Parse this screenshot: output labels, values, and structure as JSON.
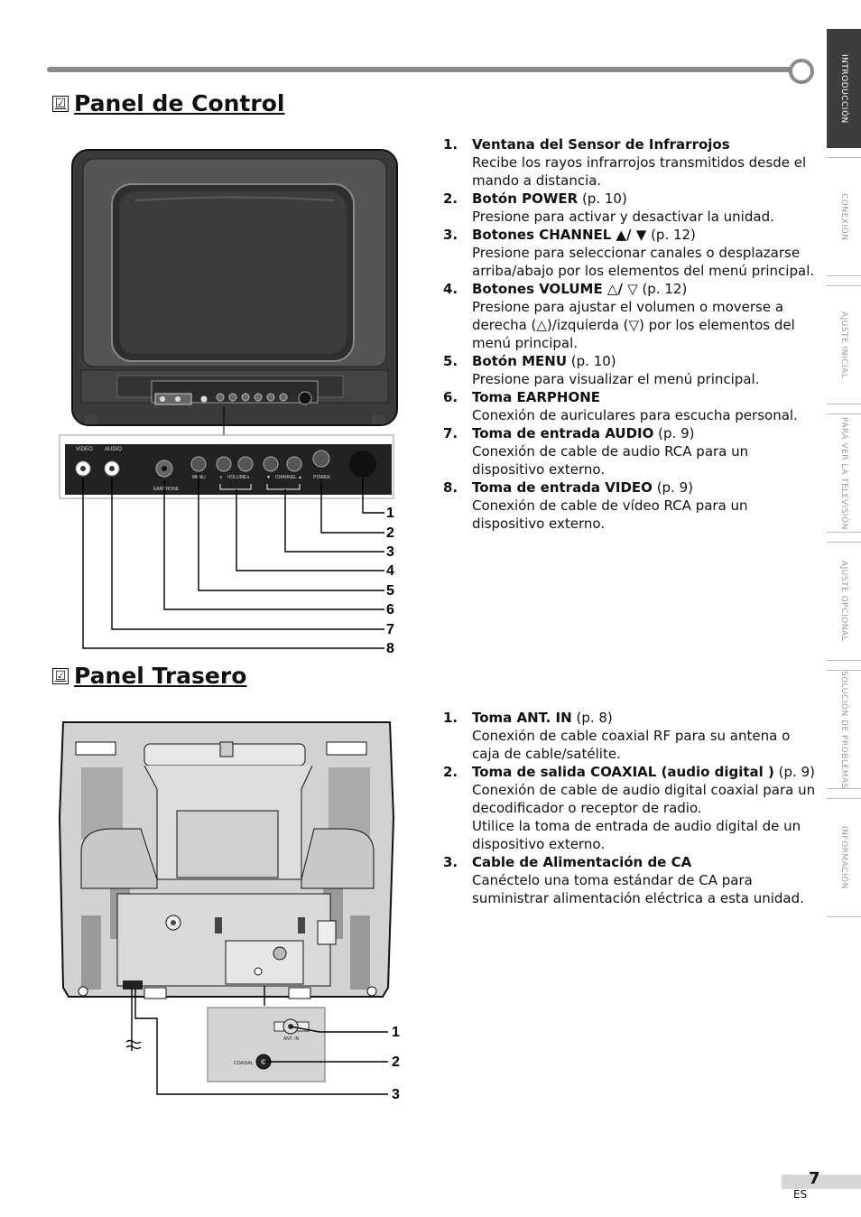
{
  "side_tabs": [
    {
      "label": "INTRODUCCIÓN",
      "active": true
    },
    {
      "label": "CONEXIÓN",
      "active": false
    },
    {
      "label": "AJUSTE INICIAL",
      "active": false
    },
    {
      "label": "PARA VER LA TELEVISIÓN",
      "active": false
    },
    {
      "label": "AJUSTE OPCIONAL",
      "active": false
    },
    {
      "label": "SOLUCIÓN DE PROBLEMAS",
      "active": false
    },
    {
      "label": "INFORMACIÓN",
      "active": false
    }
  ],
  "check_mark": "☑",
  "control": {
    "title": "Panel de Control",
    "panel_labels": {
      "video": "VIDEO",
      "audio": "AUDIO",
      "earphone": "EARPHONE",
      "menu": "MENU",
      "volume": "VOLUME",
      "channel": "CHANNEL",
      "power": "POWER"
    },
    "callouts": [
      "1",
      "2",
      "3",
      "4",
      "5",
      "6",
      "7",
      "8"
    ],
    "items": [
      {
        "num": "1.",
        "name": "Ventana del Sensor de Infrarrojos",
        "ref": "",
        "desc": "Recibe los rayos infrarrojos transmitidos desde el mando a distancia."
      },
      {
        "num": "2.",
        "name": "Botón POWER",
        "ref": " (p. 10)",
        "desc": "Presione para activar y desactivar la unidad."
      },
      {
        "num": "3.",
        "name": "Botones CHANNEL ▲/ ▼",
        "ref": " (p. 12)",
        "desc": "Presione para seleccionar canales o desplazarse arriba/abajo por los elementos del menú principal."
      },
      {
        "num": "4.",
        "name": "Botones VOLUME △/ ▽",
        "ref": " (p. 12)",
        "desc": "Presione para ajustar el volumen o moverse a derecha (△)/izquierda (▽) por los elementos del menú principal."
      },
      {
        "num": "5.",
        "name": "Botón MENU",
        "ref": " (p. 10)",
        "desc": "Presione para visualizar el menú principal."
      },
      {
        "num": "6.",
        "name": "Toma EARPHONE",
        "ref": "",
        "desc": "Conexión de auriculares para escucha personal."
      },
      {
        "num": "7.",
        "name": "Toma de entrada AUDIO",
        "ref": " (p. 9)",
        "desc": "Conexión de cable de audio RCA para un dispositivo externo."
      },
      {
        "num": "8.",
        "name": "Toma de entrada VIDEO",
        "ref": " (p. 9)",
        "desc": "Conexión de cable de vídeo RCA para un dispositivo externo."
      }
    ]
  },
  "rear": {
    "title": "Panel Trasero",
    "panel_labels": {
      "ant_in": "ANT. IN",
      "coaxial": "COAXIAL"
    },
    "callouts": [
      "1",
      "2",
      "3"
    ],
    "items": [
      {
        "num": "1.",
        "name": "Toma ANT. IN",
        "ref": " (p. 8)",
        "desc": "Conexión de cable coaxial RF para su antena o caja de cable/satélite."
      },
      {
        "num": "2.",
        "name": "Toma de salida COAXIAL (audio digital )",
        "ref": " (p. 9)",
        "desc": "Conexión de cable de audio digital coaxial para un decodificador o receptor de radio.",
        "desc2": "Utilice la toma de entrada de audio digital de un dispositivo externo."
      },
      {
        "num": "3.",
        "name": "Cable de Alimentación de CA",
        "ref": "",
        "desc": "Canéctelo una toma estándar de CA para suministrar alimentación eléctrica a esta unidad."
      }
    ]
  },
  "page": {
    "number": "7",
    "lang": "ES"
  }
}
